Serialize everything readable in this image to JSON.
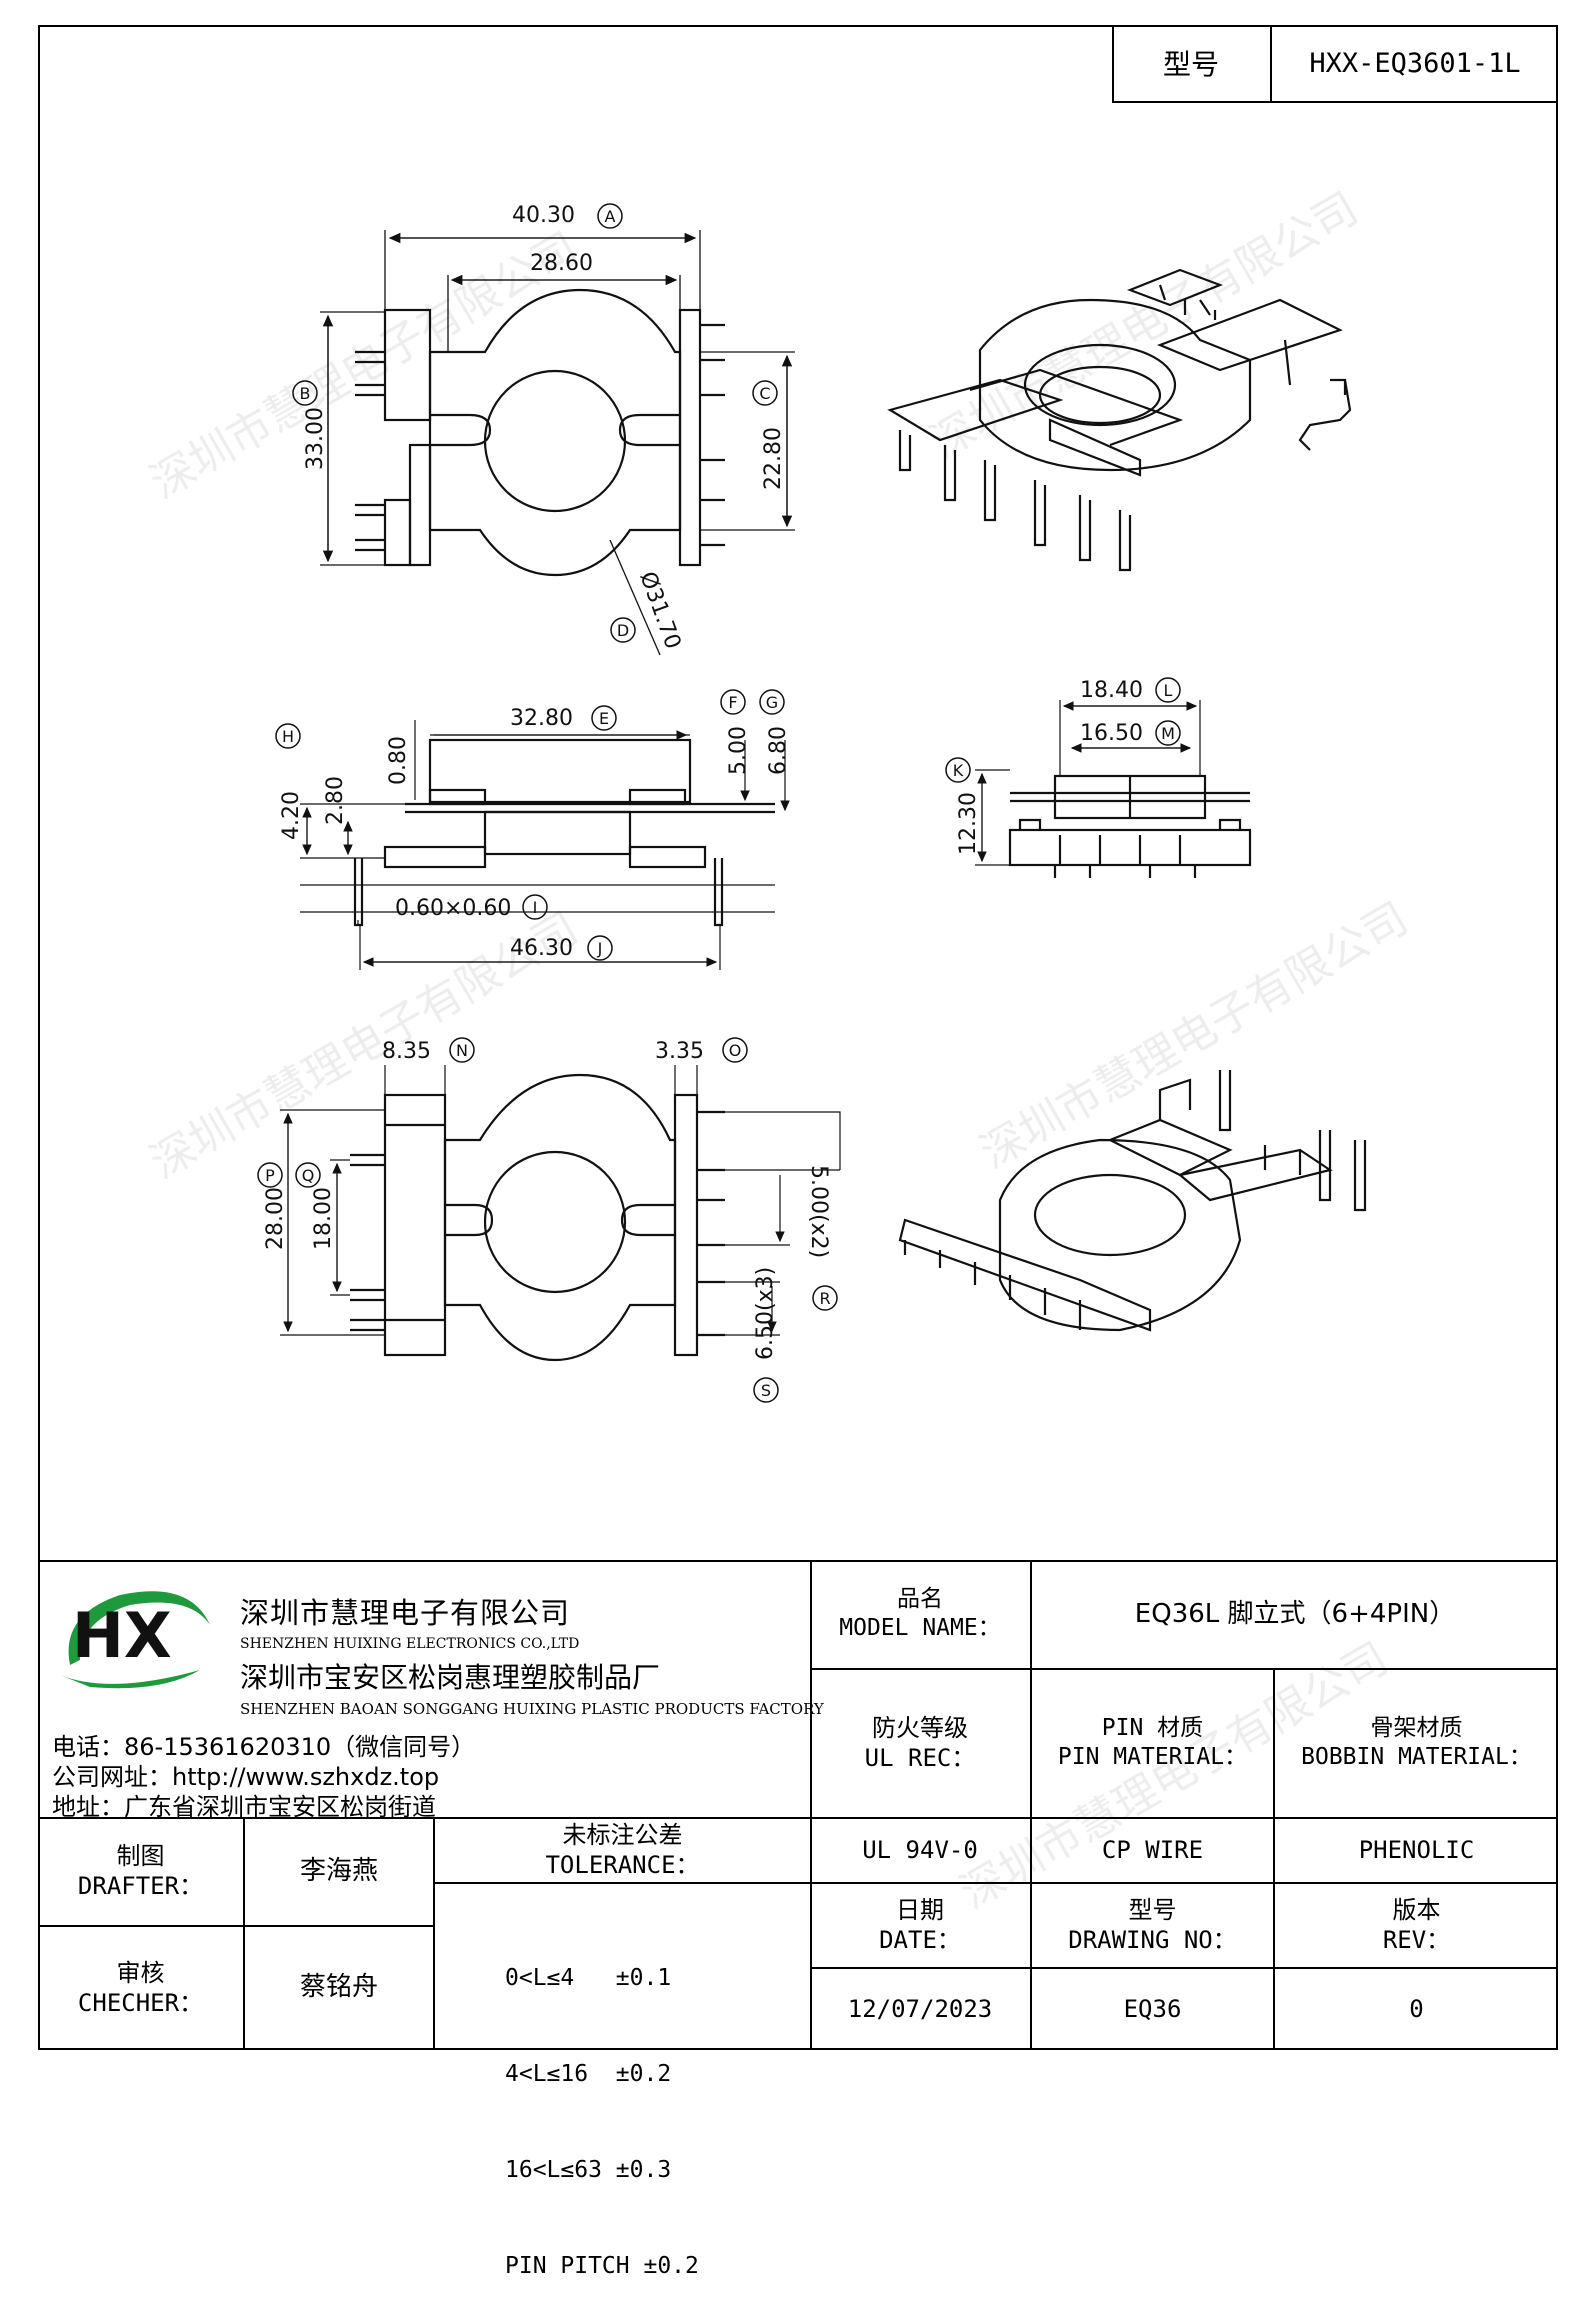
{
  "header": {
    "model_label": "型号",
    "model_value": "HXX-EQ3601-1L"
  },
  "watermark": "深圳市慧理电子有限公司",
  "drawing": {
    "view1": {
      "A": "40.30",
      "B": "33.00",
      "C": "22.80",
      "D": "Ø31.70",
      "inner": "28.60",
      "mark_A": "A",
      "mark_B": "B",
      "mark_C": "C",
      "mark_D": "D"
    },
    "view2": {
      "E": "32.80",
      "F": "5.00",
      "G": "6.80",
      "H": "4.20",
      "h2": "2.80",
      "top": "0.80",
      "I": "0.60×0.60",
      "J": "46.30",
      "mark_E": "E",
      "mark_F": "F",
      "mark_G": "G",
      "mark_H": "H",
      "mark_I": "I",
      "mark_J": "J"
    },
    "view3": {
      "L": "18.40",
      "M": "16.50",
      "K": "12.30",
      "mark_K": "K",
      "mark_L": "L",
      "mark_M": "M"
    },
    "view4": {
      "N": "8.35",
      "O": "3.35",
      "P": "28.00",
      "Q": "18.00",
      "R": "5.00(x2)",
      "S": "6.50(x3)",
      "mark_N": "N",
      "mark_O": "O",
      "mark_P": "P",
      "mark_Q": "Q",
      "mark_R": "R",
      "mark_S": "S"
    }
  },
  "company": {
    "logo": "HX",
    "name_cn": "深圳市慧理电子有限公司",
    "name_en": "SHENZHEN HUIXING ELECTRONICS CO.,LTD",
    "factory_cn": "深圳市宝安区松岗惠理塑胶制品厂",
    "factory_en": "SHENZHEN BAOAN SONGGANG HUIXING PLASTIC PRODUCTS FACTORY",
    "phone": "电话：86-15361620310（微信同号）",
    "website": "公司网址：http://www.szhxdz.top",
    "address": "地址：广东省深圳市宝安区松岗街道"
  },
  "title_block": {
    "model_name_cn": "品名",
    "model_name_en": "MODEL NAME：",
    "model_name_value": "EQ36L 脚立式（6+4PIN）",
    "ul_cn": "防火等级",
    "ul_en": "UL REC：",
    "pin_cn": "PIN 材质",
    "pin_en": "PIN MATERIAL：",
    "bobbin_cn": "骨架材质",
    "bobbin_en": "BOBBIN MATERIAL：",
    "ul_value": "UL 94V-0",
    "pin_value": "CP WIRE",
    "bobbin_value": "PHENOLIC",
    "drafter_cn": "制图",
    "drafter_en": "DRAFTER：",
    "drafter_value": "李海燕",
    "checker_cn": "审核",
    "checker_en": "CHECHER：",
    "checker_value": "蔡铭舟",
    "tolerance_cn": "未标注公差",
    "tolerance_en": "TOLERANCE：",
    "tolerances": [
      "0<L≤4   ±0.1",
      "4<L≤16  ±0.2",
      "16<L≤63 ±0.3",
      "PIN PITCH ±0.2"
    ],
    "date_cn": "日期",
    "date_en": "DATE：",
    "date_value": "12/07/2023",
    "drawing_no_cn": "型号",
    "drawing_no_en": "DRAWING NO：",
    "drawing_no_value": "EQ36",
    "rev_cn": "版本",
    "rev_en": "REV：",
    "rev_value": "0"
  },
  "colors": {
    "logo_green": "#1e9a3c",
    "logo_yellow": "#f2c21b",
    "line": "#000000"
  }
}
